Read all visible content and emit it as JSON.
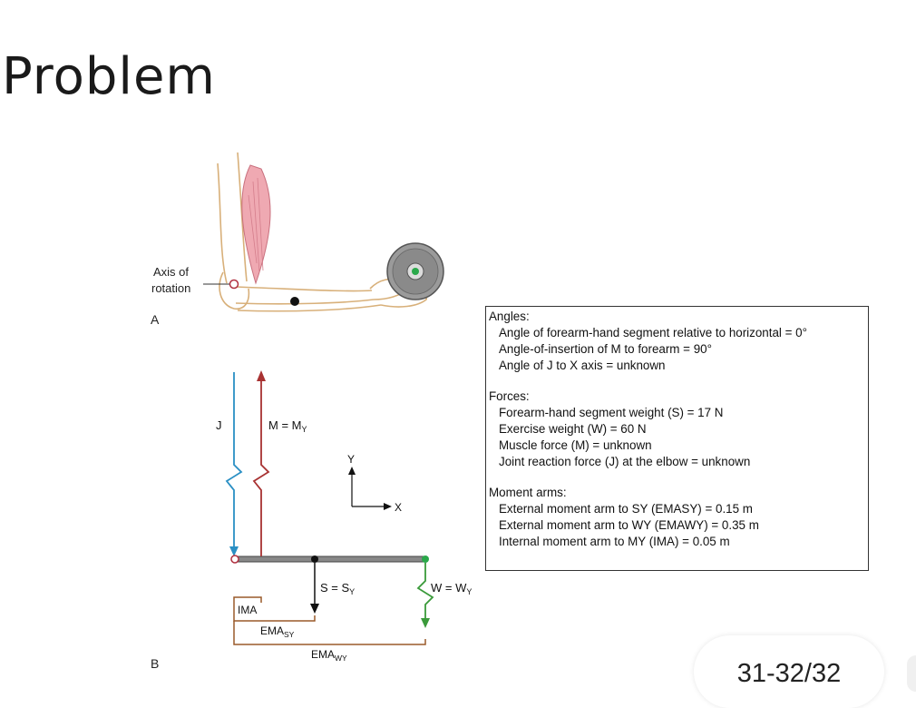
{
  "slide": {
    "title": "Problem",
    "page_indicator": "31-32/32"
  },
  "figure_a": {
    "panel_label": "A",
    "axis_label_line1": "Axis of",
    "axis_label_line2": "rotation"
  },
  "figure_b": {
    "panel_label": "B",
    "j_label": "J",
    "m_label": "M = M",
    "m_sub": "Y",
    "axis_y": "Y",
    "axis_x": "X",
    "s_label": "S = S",
    "s_sub": "Y",
    "w_label": "W = W",
    "w_sub": "Y",
    "ima_label": "IMA",
    "ema_sy_label": "EMA",
    "ema_sy_sub": "SY",
    "ema_wy_label": "EMA",
    "ema_wy_sub": "WY"
  },
  "info": {
    "angles": {
      "heading": "Angles:",
      "items": [
        "Angle of forearm-hand segment relative to horizontal = 0°",
        "Angle-of-insertion of M to forearm = 90°",
        "Angle of J to X axis = unknown"
      ]
    },
    "forces": {
      "heading": "Forces:",
      "items": [
        "Forearm-hand segment weight (S) = 17 N",
        "Exercise weight (W) = 60 N",
        "Muscle force (M) = unknown",
        "Joint reaction force (J) at the elbow = unknown"
      ]
    },
    "moment_arms": {
      "heading": "Moment arms:",
      "items": [
        "External moment arm to SY (EMASY) = 0.15 m",
        "External moment arm to WY (EMAWY) = 0.35 m",
        "Internal moment arm to MY (IMA) = 0.05 m"
      ]
    }
  },
  "colors": {
    "j_vector": "#2a8fc4",
    "m_vector": "#a83232",
    "w_vector": "#3a9a3a",
    "moment_arm": "#9a5a2a",
    "muscle": "#e89aa4",
    "bone_outline": "#d8b07a"
  }
}
